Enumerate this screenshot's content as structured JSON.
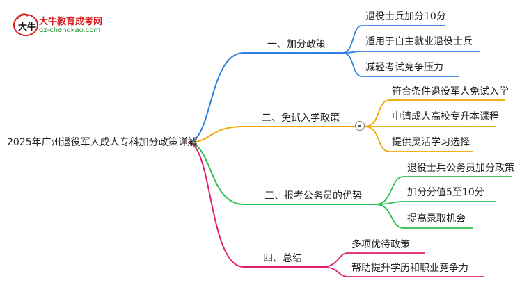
{
  "logo": {
    "title": "大牛教育成考网",
    "url": "gz-chengkao.com",
    "mark_text": "大牛"
  },
  "mindmap": {
    "root": "2025年广州退役军人成人专科加分政策详解",
    "branches": [
      {
        "label": "一、加分政策",
        "color": "#2f7fe0",
        "leaves": [
          "退役士兵加分10分",
          "适用于自主就业退役士兵",
          "减轻考试竞争压力"
        ]
      },
      {
        "label": "二、免试入学政策",
        "color": "#f0a800",
        "leaves": [
          "符合条件退役军人免试入学",
          "申请成人高校专升本课程",
          "提供灵活学习选择"
        ]
      },
      {
        "label": "三、报考公务员的优势",
        "color": "#2fbf4f",
        "leaves": [
          "退役士兵公务员加分政策",
          "加分分值5至10分",
          "提高录取机会"
        ]
      },
      {
        "label": "四、总结",
        "color": "#e0206e",
        "leaves": [
          "多项优待政策",
          "帮助提升学历和职业竞争力"
        ]
      }
    ]
  }
}
